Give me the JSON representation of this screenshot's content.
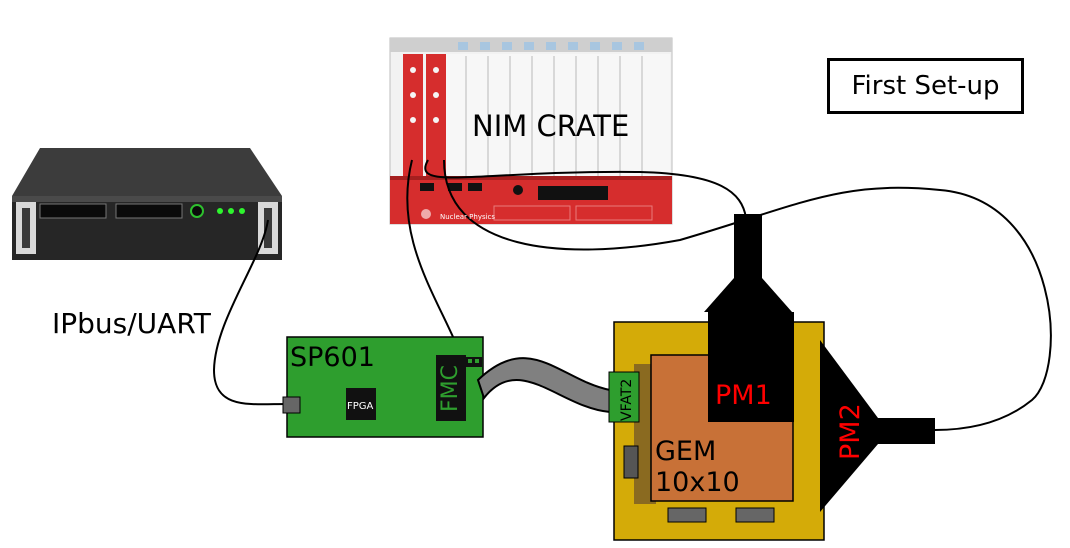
{
  "setup_label": "First Set-up",
  "nim_crate": {
    "label": "NIM CRATE",
    "badge": "Nuclear Physics"
  },
  "server": {
    "link_label": "IPbus/UART"
  },
  "sp601": {
    "label": "SP601",
    "fpga_label": "FPGA",
    "fmc_label": "FMC"
  },
  "gem": {
    "label_line1": "GEM",
    "label_line2": "10x10",
    "vfat_label": "VFAT2"
  },
  "pm1": {
    "label": "PM1"
  },
  "pm2": {
    "label": "PM2"
  },
  "colors": {
    "board_green": "#2e9e2e",
    "gem_frame": "#d4ab08",
    "gem_foil": "#c87137",
    "pm_label": "#ff0000",
    "crate_red": "#d62d2d",
    "server_dark": "#2d2d2d"
  }
}
